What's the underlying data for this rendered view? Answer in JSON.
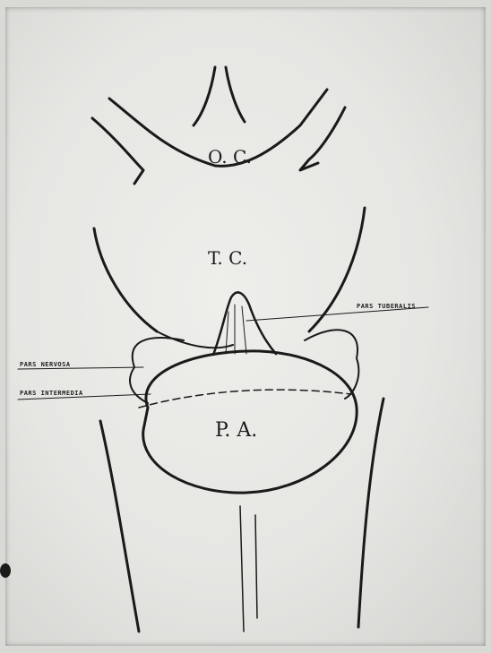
{
  "diagram": {
    "labels": {
      "oc": "O. C.",
      "tc": "T. C.",
      "pa": "P. A."
    },
    "annotations": {
      "pars_tuberalis": "PARS TUBERALIS",
      "pars nervosa": "PARS NERVOSA",
      "pars_intermedia": "PARS INTERMEDIA"
    },
    "colors": {
      "ink": "#1a1a1a",
      "paper": "#e8e8e5"
    }
  }
}
